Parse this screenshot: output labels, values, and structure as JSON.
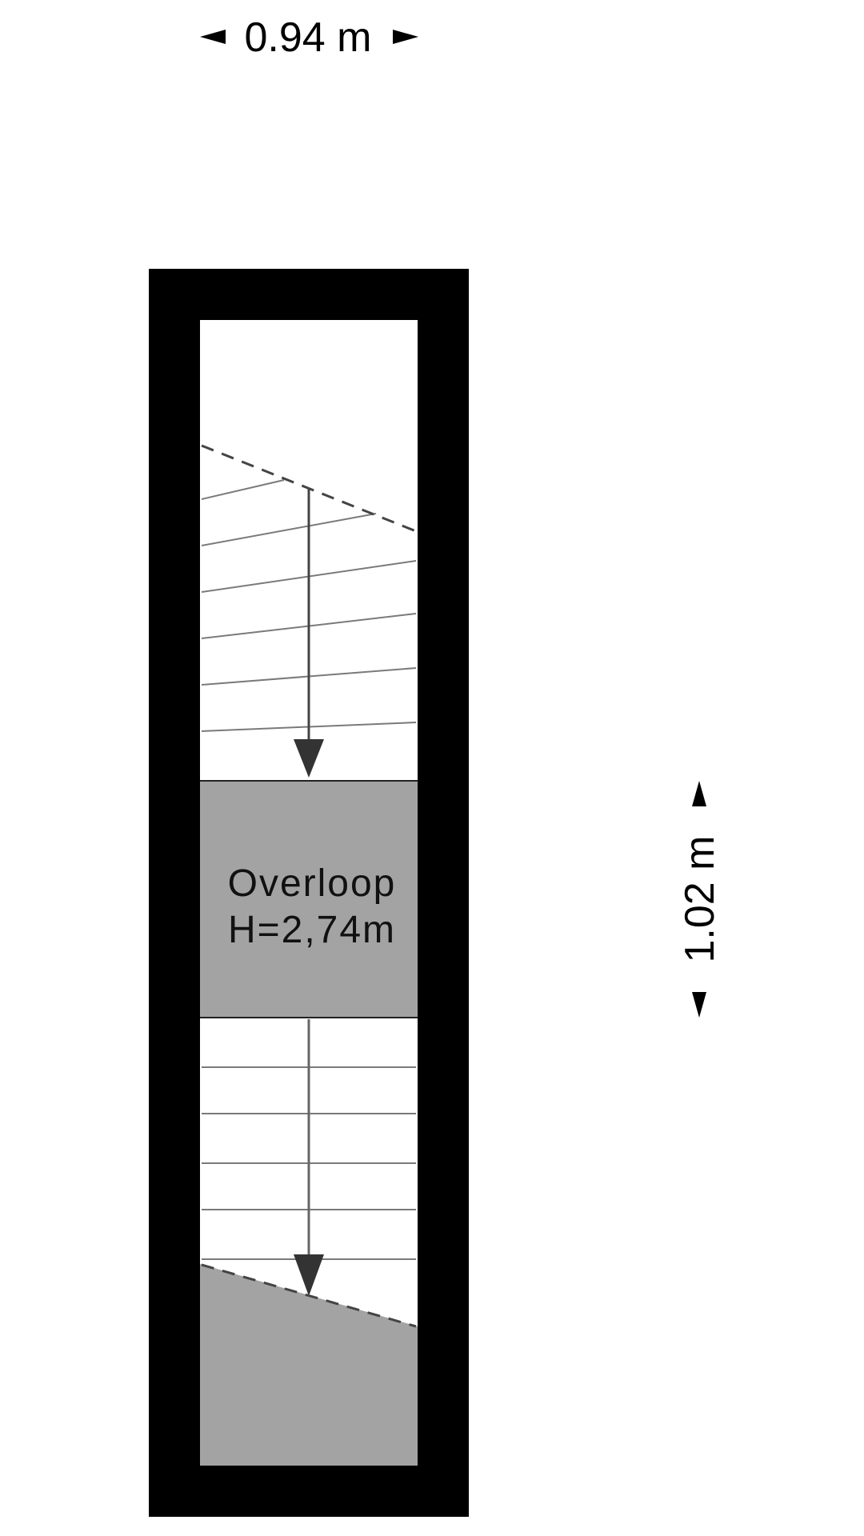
{
  "dimensions": {
    "width_label": "0.94 m",
    "depth_label": "1.02 m"
  },
  "room": {
    "name": "Overloop",
    "height_label": "H=2,74m"
  },
  "colors": {
    "wall": "#000000",
    "landing_fill": "#a3a3a3",
    "stair_line": "#7a7a7a",
    "arrow": "#333333",
    "background": "#ffffff"
  }
}
